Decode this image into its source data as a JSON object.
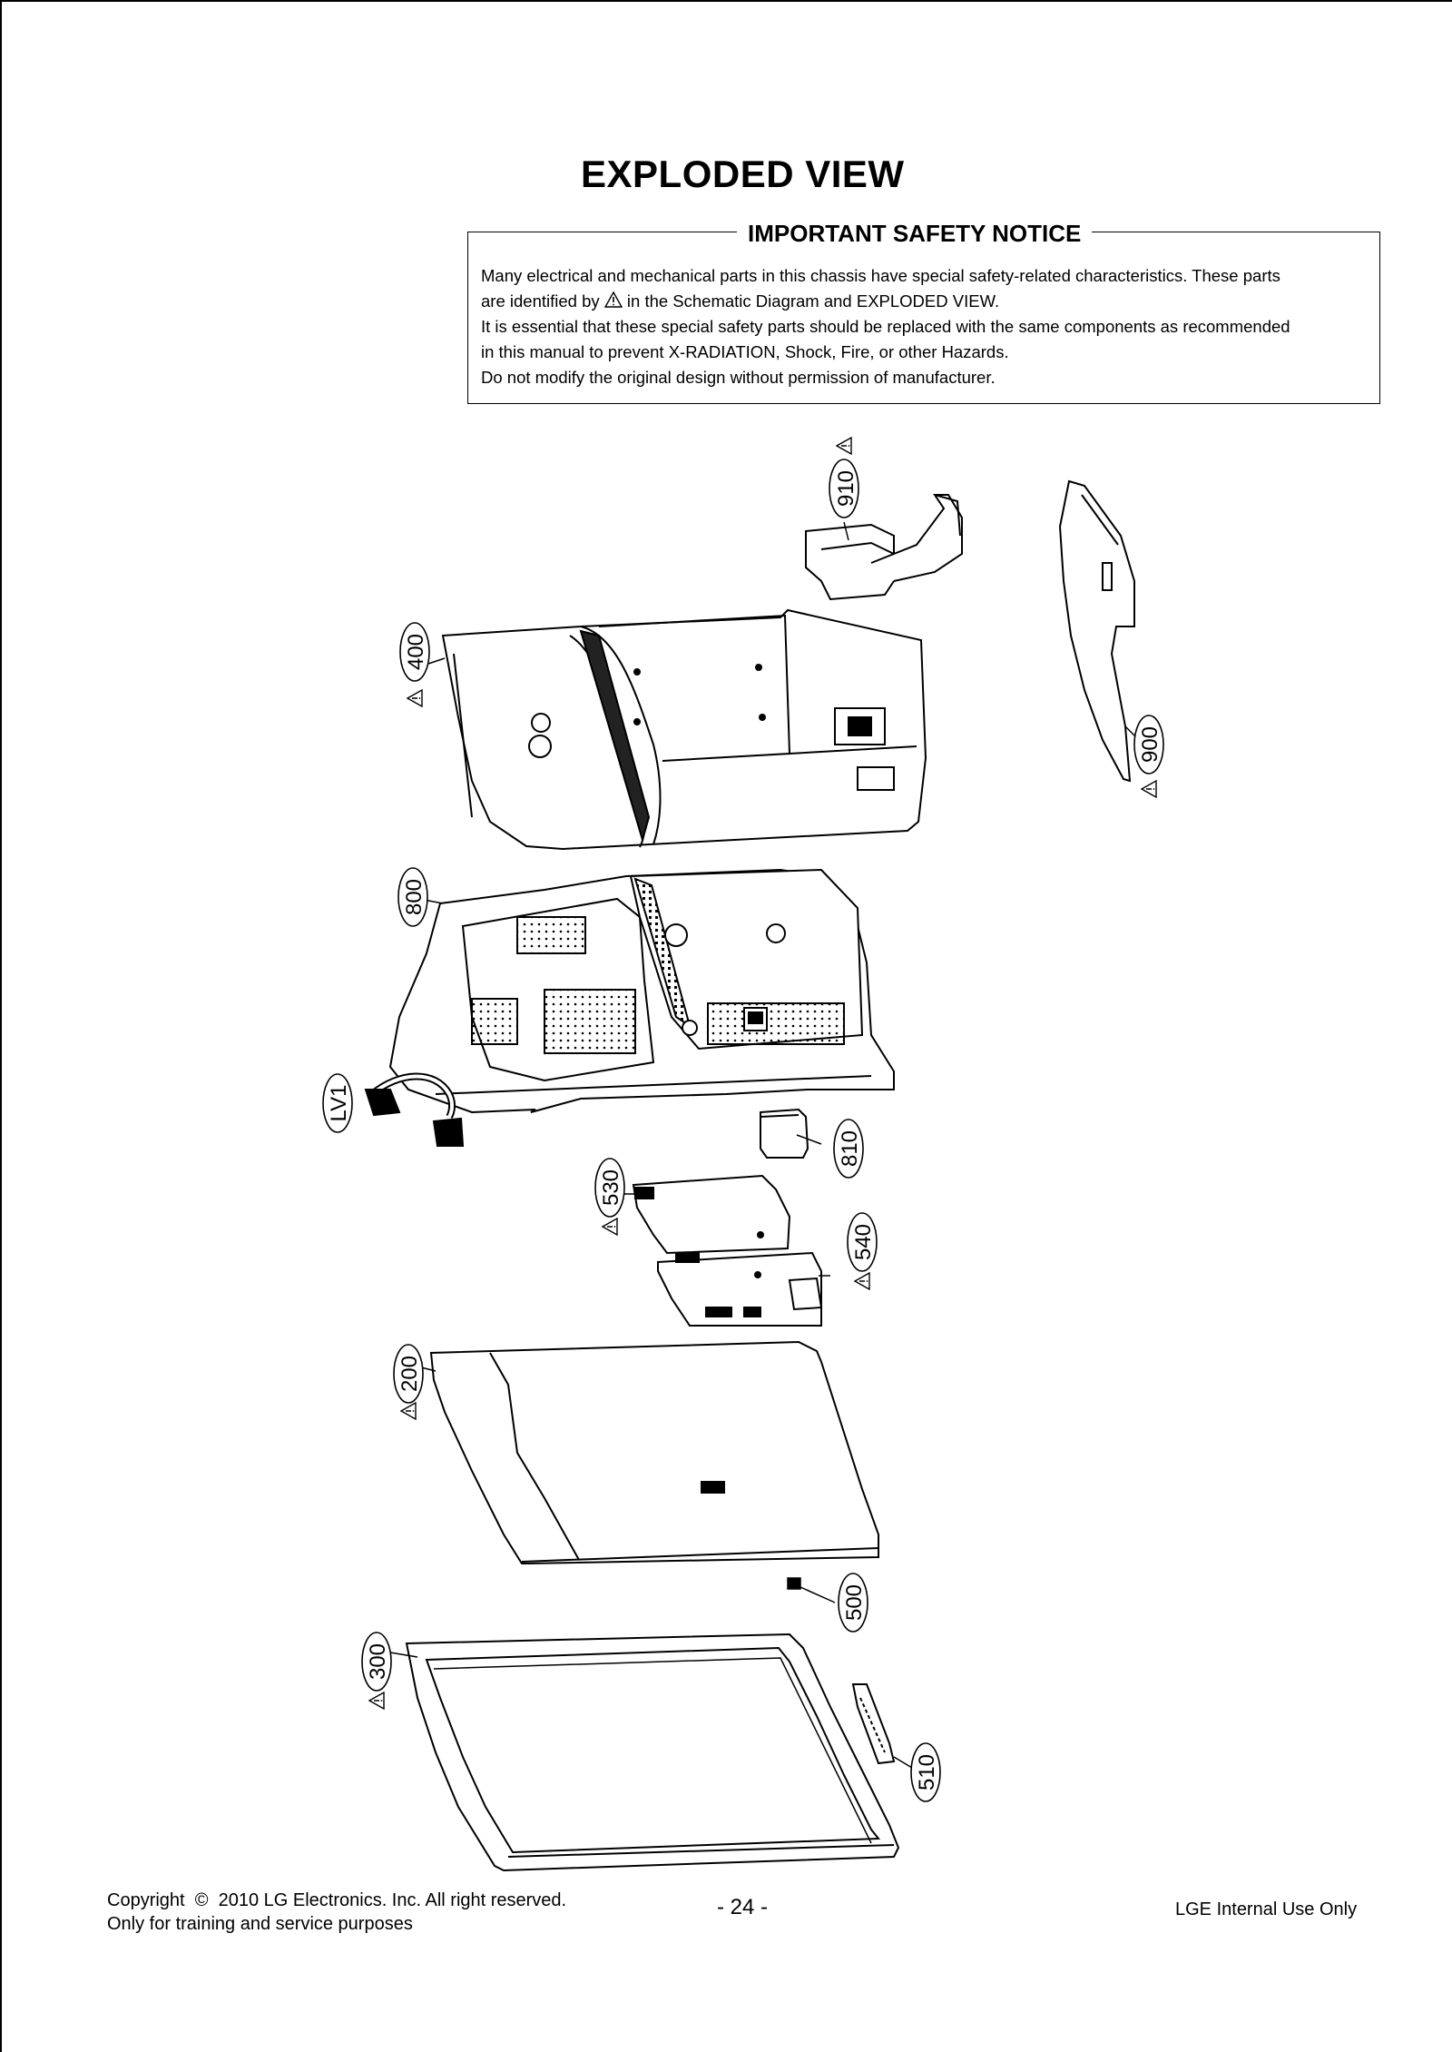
{
  "page": {
    "title": "EXPLODED VIEW",
    "notice": {
      "heading": "IMPORTANT SAFETY NOTICE",
      "line1": "Many electrical and mechanical parts in this chassis have special safety-related characteristics. These parts",
      "line2_before": "are identified by",
      "line2_after": "in the Schematic Diagram and EXPLODED VIEW.",
      "line3": "It is essential that these special safety parts should be replaced with the same components as recommended",
      "line4": "in this manual to prevent X-RADIATION, Shock, Fire, or other Hazards.",
      "line5": "Do not modify the original design without permission of manufacturer."
    }
  },
  "callouts": {
    "c910": "910",
    "c400": "400",
    "c900": "900",
    "c800": "800",
    "clv1": "LV1",
    "c810": "810",
    "c530": "530",
    "c540": "540",
    "c200": "200",
    "c500": "500",
    "c300": "300",
    "c510": "510"
  },
  "footer": {
    "copyright_prefix": "Copyright",
    "copyright_rest": "2010  LG Electronics. Inc. All right reserved.",
    "line2": "Only for training and service purposes",
    "page_number": "- 24 -",
    "right": "LGE Internal Use Only"
  }
}
